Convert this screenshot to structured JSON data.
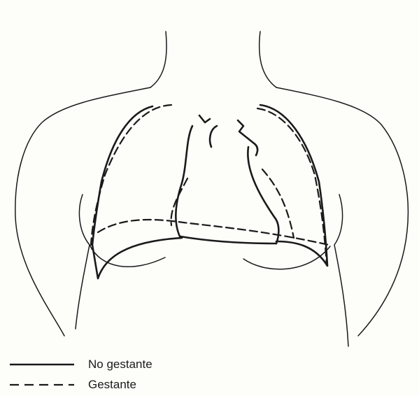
{
  "legend": [
    {
      "label": "No gestante",
      "line_style": "solid"
    },
    {
      "label": "Gestante",
      "line_style": "dashed"
    }
  ],
  "colors": {
    "ink": "#1a1a1a",
    "background": "#fdfdfa"
  }
}
